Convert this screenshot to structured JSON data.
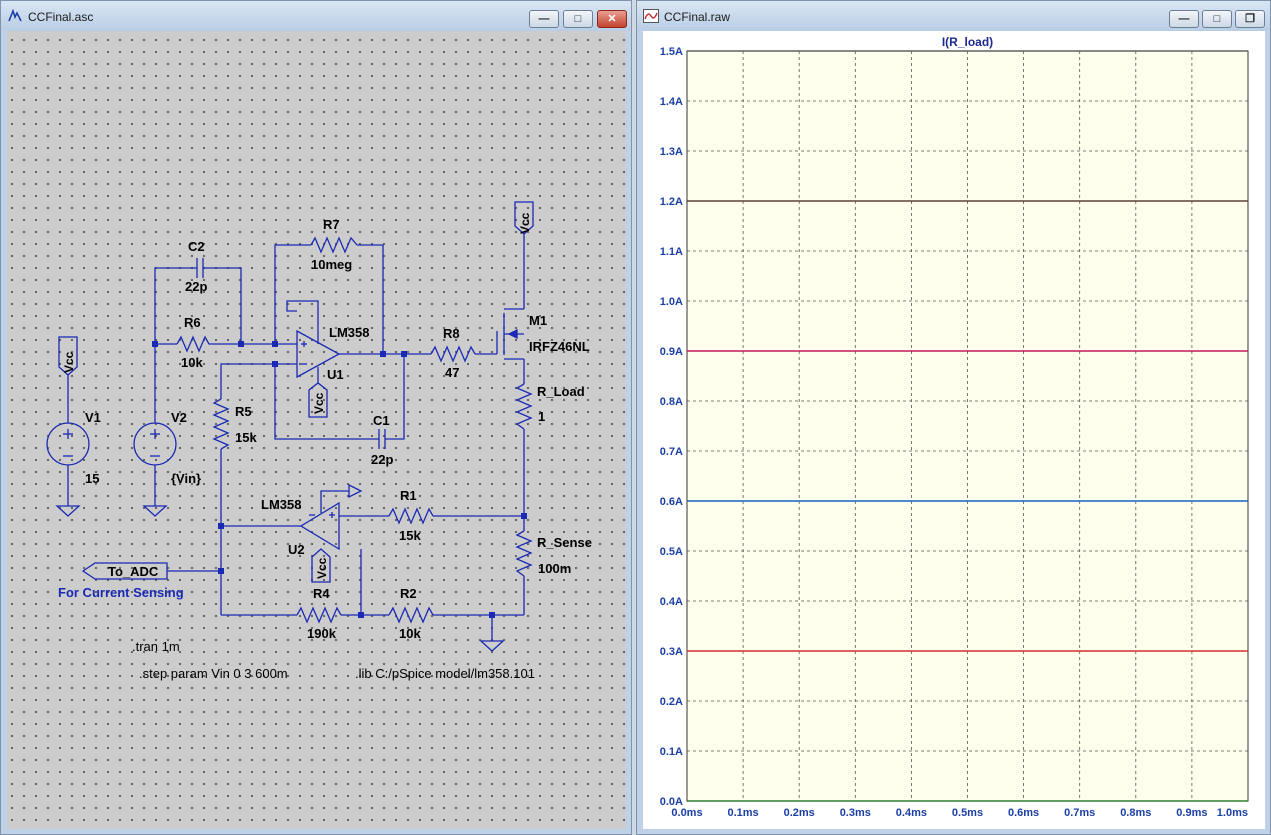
{
  "schematic_window": {
    "title": "CCFinal.asc",
    "labels": {
      "c2_name": "C2",
      "c2_value": "22p",
      "r7_name": "R7",
      "r7_value": "10meg",
      "r6_name": "R6",
      "r6_value": "10k",
      "u1_model": "LM358",
      "u1_name": "U1",
      "r8_name": "R8",
      "r8_value": "47",
      "m1_name": "M1",
      "m1_model": "IRFZ46NL",
      "rload_name": "R_Load",
      "rload_value": "1",
      "vcc_top": "Vcc",
      "vcc_v1": "Vcc",
      "vcc_u1": "Vcc",
      "vcc_u2": "Vcc",
      "v1_name": "V1",
      "v1_value": "15",
      "v2_name": "V2",
      "v2_value": "{Vin}",
      "r5_name": "R5",
      "r5_value": "15k",
      "c1_name": "C1",
      "c1_value": "22p",
      "u2_model": "LM358",
      "u2_name": "U2",
      "r1_name": "R1",
      "r1_value": "15k",
      "rsense_name": "R_Sense",
      "rsense_value": "100m",
      "adc_label": "To_ADC",
      "comment": "For Current Sensing",
      "r4_name": "R4",
      "r4_value": "190k",
      "r2_name": "R2",
      "r2_value": "10k",
      "directive_tran": ".tran 1m",
      "directive_step": ".step param Vin 0 3 600m",
      "directive_lib": ".lib C:/pSpice model/lm358.101"
    }
  },
  "waveform_window": {
    "title": "CCFinal.raw",
    "trace_name": "I(R_load)",
    "colors": {
      "grid_bg": "#ffffee",
      "axis_text": "#1b3fa6",
      "trace_title": "#1b2a8f"
    },
    "chart_data": {
      "type": "line",
      "title": "I(R_load)",
      "xlabel": "",
      "ylabel": "",
      "x_ticks": [
        "0.0ms",
        "0.1ms",
        "0.2ms",
        "0.3ms",
        "0.4ms",
        "0.5ms",
        "0.6ms",
        "0.7ms",
        "0.8ms",
        "0.9ms",
        "1.0ms"
      ],
      "y_ticks": [
        "0.0A",
        "0.1A",
        "0.2A",
        "0.3A",
        "0.4A",
        "0.5A",
        "0.6A",
        "0.7A",
        "0.8A",
        "0.9A",
        "1.0A",
        "1.1A",
        "1.2A",
        "1.3A",
        "1.4A",
        "1.5A"
      ],
      "xlim": [
        0,
        1.0
      ],
      "ylim": [
        0,
        1.5
      ],
      "grid": true,
      "series": [
        {
          "color": "#2e7d32",
          "x": [
            0,
            1.0
          ],
          "y": [
            0,
            0
          ]
        },
        {
          "color": "#d32f2f",
          "x": [
            0,
            1.0
          ],
          "y": [
            0.3,
            0.3
          ]
        },
        {
          "color": "#1565c0",
          "x": [
            0,
            1.0
          ],
          "y": [
            0.6,
            0.6
          ]
        },
        {
          "color": "#c2185b",
          "x": [
            0,
            1.0
          ],
          "y": [
            0.9,
            0.9
          ]
        },
        {
          "color": "#5d4037",
          "x": [
            0,
            1.0
          ],
          "y": [
            1.2,
            1.2
          ]
        },
        {
          "color": "#616161",
          "x": [
            0,
            1.0
          ],
          "y": [
            1.5,
            1.5
          ]
        }
      ]
    }
  }
}
